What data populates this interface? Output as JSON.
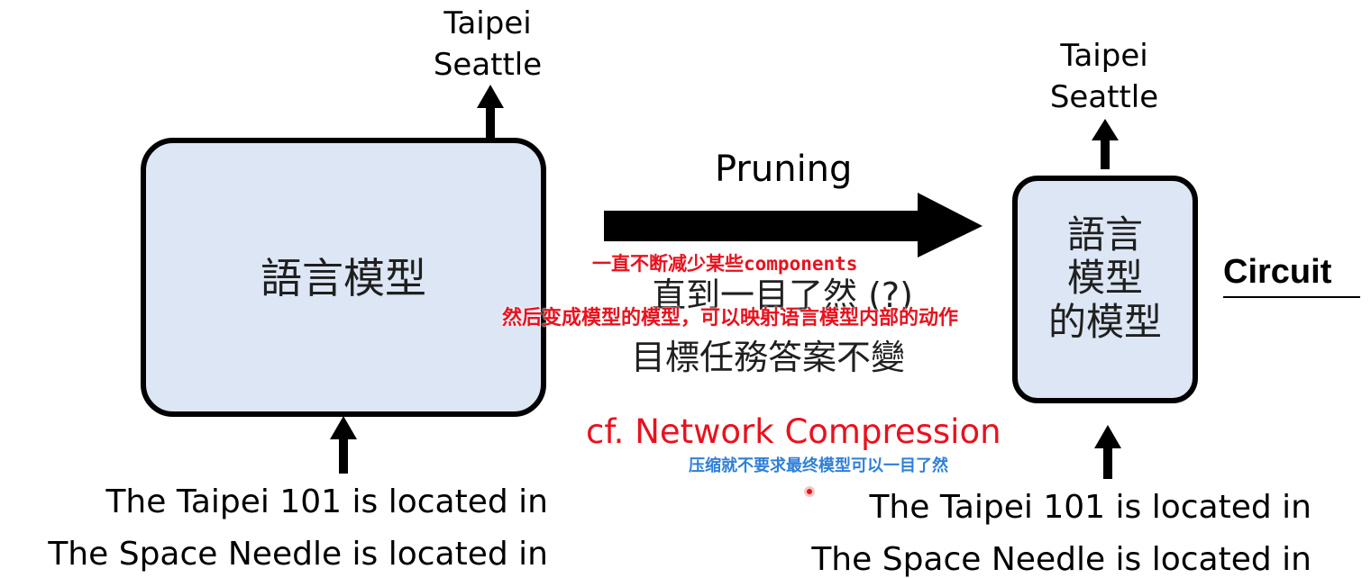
{
  "left_model": {
    "label": "語言模型",
    "outputs": [
      "Taipei",
      "Seattle"
    ],
    "inputs": [
      "The Taipei 101 is located in",
      "The Space Needle is located in"
    ]
  },
  "center": {
    "arrow_label": "Pruning",
    "lines": [
      "直到一目了然 (?)",
      "目標任務答案不變"
    ],
    "compression_note": "cf. Network Compression"
  },
  "right_model": {
    "label_lines": [
      "語言",
      "模型",
      "的模型"
    ],
    "outputs": [
      "Taipei",
      "Seattle"
    ],
    "inputs": [
      "The Taipei 101 is located in",
      "The Space Needle is located in"
    ],
    "side_label": "Circuit"
  },
  "annotations": {
    "line1": "一直不断减少某些components",
    "line2": "然后变成模型的模型，可以映射语言模型内部的动作",
    "line3": "压缩就不要求最终模型可以一目了然"
  },
  "colors": {
    "box_fill": "#dce6f4",
    "red": "#e8121e",
    "blue": "#2f7fd8",
    "text": "#000000"
  }
}
